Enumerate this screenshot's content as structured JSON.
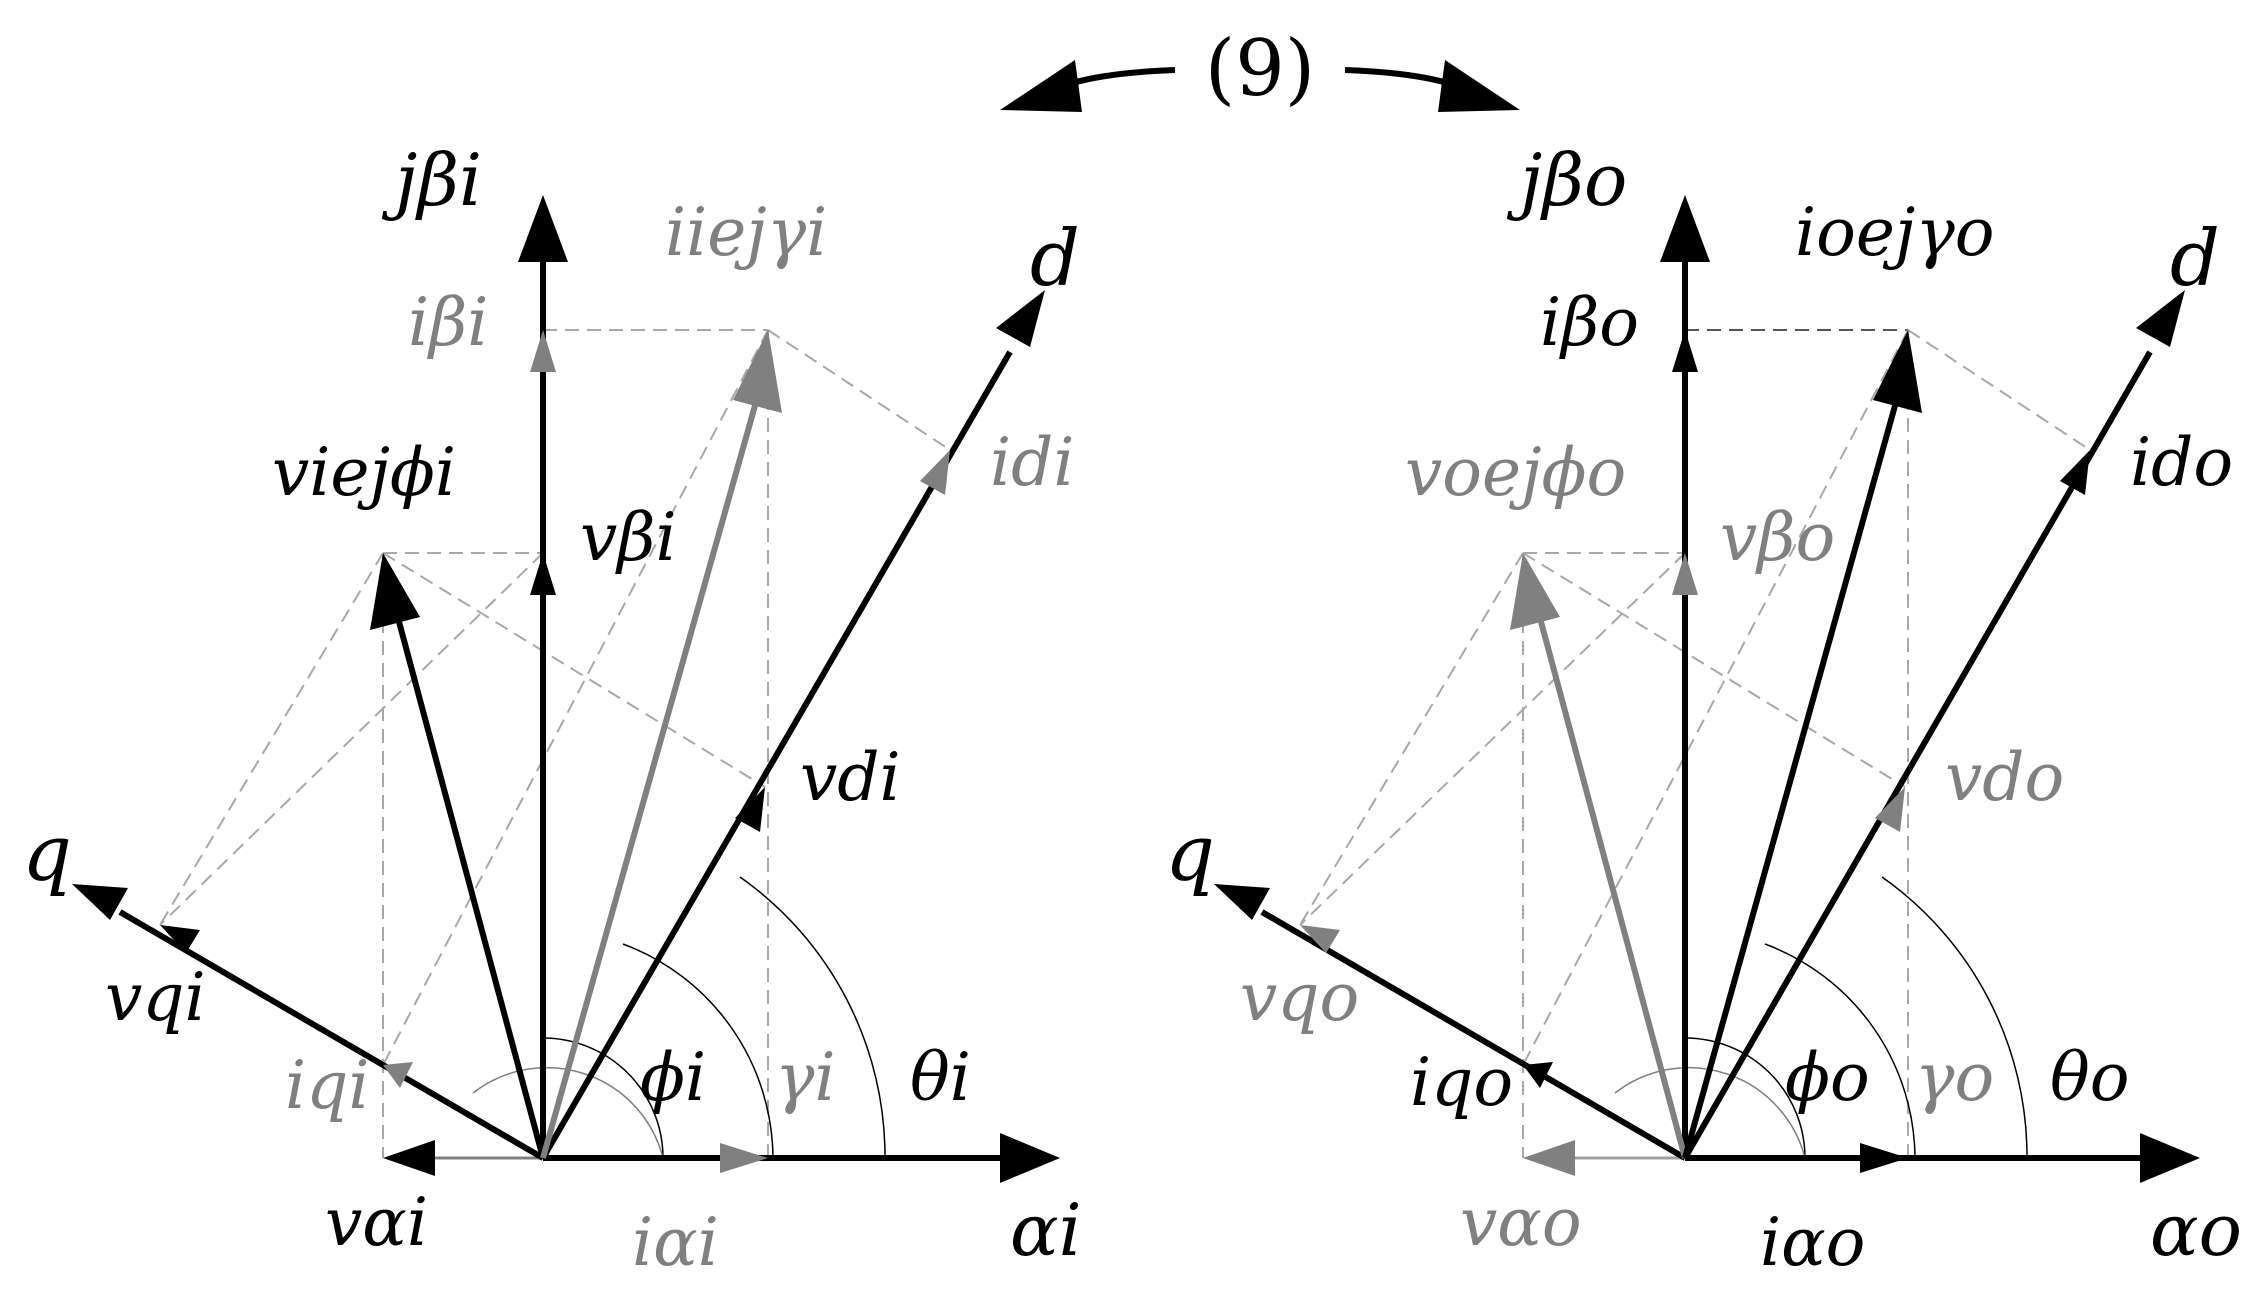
{
  "center_label": "(9)",
  "colors": {
    "primary": "#000000",
    "secondary": "#808080",
    "dashed": "#a0a0a0"
  },
  "panels": [
    {
      "id": "input",
      "labels": {
        "beta_axis": "jβi",
        "alpha_axis": "αi",
        "d_axis": "d",
        "q_axis": "q",
        "current_vector": "iiejγi",
        "voltage_vector": "viejϕi",
        "i_beta": "iβi",
        "v_beta": "vβi",
        "i_d": "idi",
        "v_d": "vdi",
        "v_q": "vqi",
        "i_q": "iqi",
        "v_alpha": "vαi",
        "i_alpha": "iαi",
        "phi": "ϕi",
        "gamma": "γi",
        "theta": "θi"
      }
    },
    {
      "id": "output",
      "labels": {
        "beta_axis": "jβo",
        "alpha_axis": "αo",
        "d_axis": "d",
        "q_axis": "q",
        "current_vector": "ioejγo",
        "voltage_vector": "voejϕo",
        "i_beta": "iβo",
        "v_beta": "vβo",
        "i_d": "ido",
        "v_d": "vdo",
        "v_q": "vqo",
        "i_q": "iqo",
        "v_alpha": "vαo",
        "i_alpha": "iαo",
        "phi": "ϕo",
        "gamma": "γo",
        "theta": "θo"
      }
    }
  ]
}
